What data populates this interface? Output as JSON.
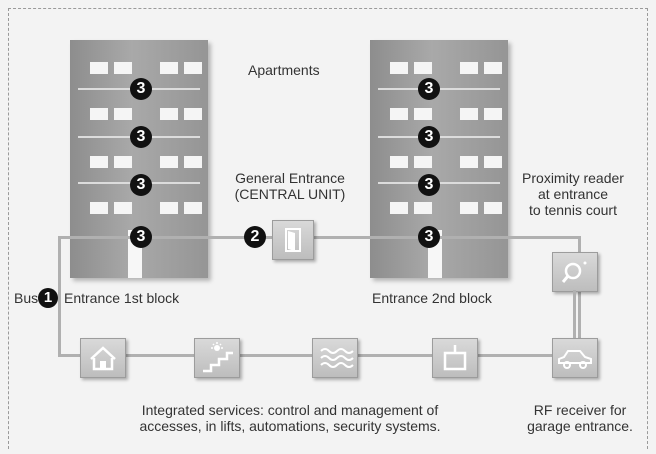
{
  "labels": {
    "apartments": "Apartments",
    "general_entrance_1": "General Entrance",
    "general_entrance_2": "(CENTRAL UNIT)",
    "proximity_1": "Proximity reader",
    "proximity_2": "at entrance",
    "proximity_3": "to tennis court",
    "bus": "Bus",
    "entrance_1": "Entrance 1st block",
    "entrance_2": "Entrance 2nd block",
    "services_1": "Integrated services: control and management of",
    "services_2": "accesses, in lifts, automations, security systems.",
    "rf_1": "RF receiver for",
    "rf_2": "garage entrance."
  },
  "badges": {
    "one": "1",
    "two": "2",
    "three": "3"
  },
  "icons": [
    "house-icon",
    "stairs-light-icon",
    "heating-waves-icon",
    "monitor-icon",
    "car-icon",
    "magnifier-icon",
    "door-icon"
  ]
}
